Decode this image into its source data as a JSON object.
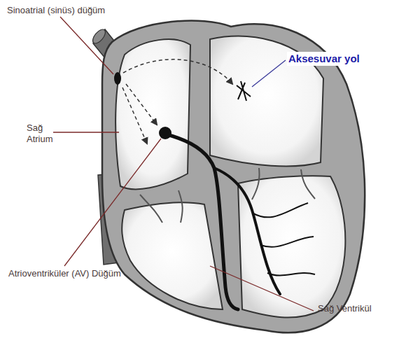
{
  "diagram": {
    "labels": [
      "Sinoatrial (sinüs) düğüm",
      "Aksesuvar yol",
      "Sağ Atrium",
      "Atrioventriküler (AV) Düğüm",
      "Sağ Ventrikül"
    ]
  }
}
